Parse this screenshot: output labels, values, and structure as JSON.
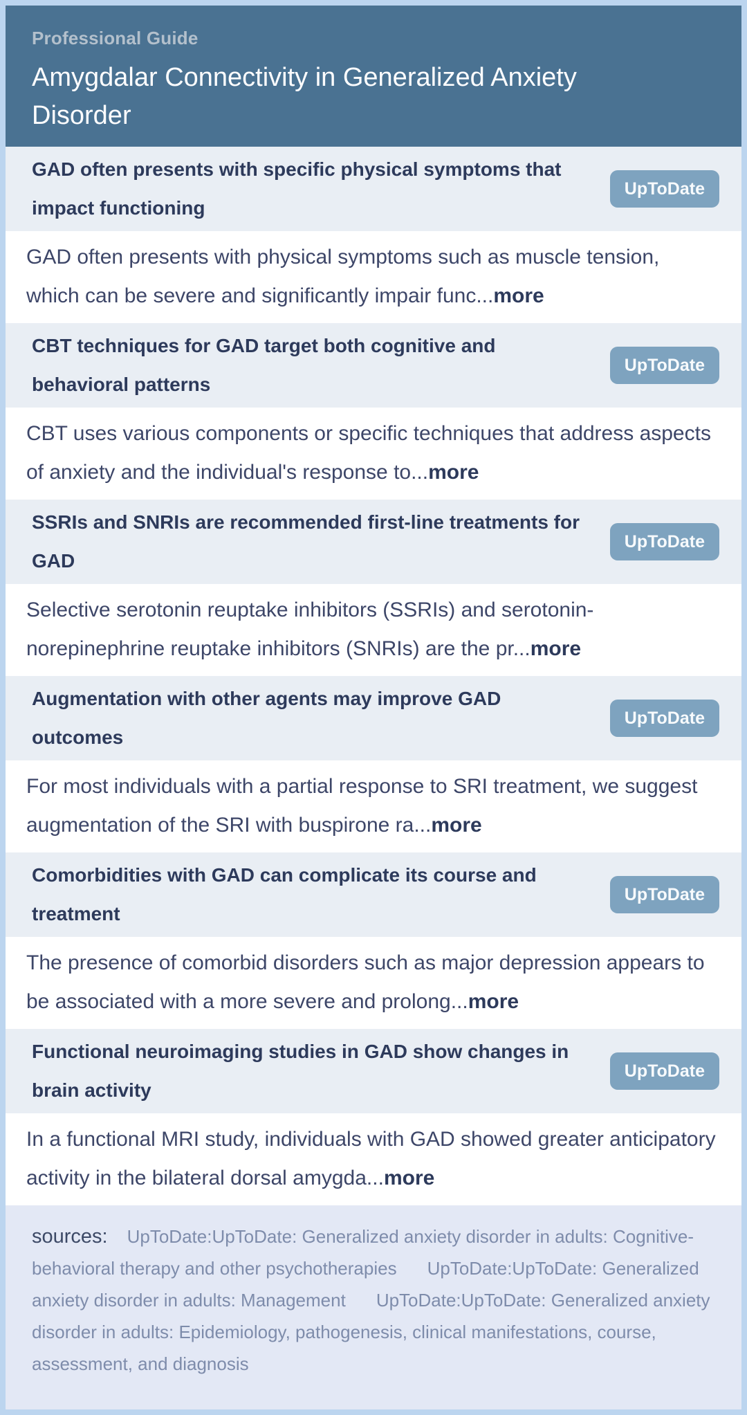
{
  "theme": {
    "page_border": "#bcd5ef",
    "header_bg": "#4a7292",
    "kicker_color": "#b3c0cc",
    "section_head_bg": "#e9eef4",
    "heading_color": "#2d3a5b",
    "body_color": "#3d4668",
    "badge_bg": "#7ea3bf",
    "sources_bg": "#e3e8f5",
    "sources_label_color": "#3c4966",
    "source_color": "#7e8cab"
  },
  "header": {
    "kicker": "Professional Guide",
    "title": "Amygdalar Connectivity in Generalized Anxiety Disorder"
  },
  "sections": [
    {
      "heading": "GAD often presents with specific physical symptoms that impact functioning",
      "badge": "UpToDate",
      "snippet": "GAD often presents with physical symptoms such as muscle tension, which can be severe and significantly impair func",
      "ellipsis": "...",
      "more_label": "more"
    },
    {
      "heading": "CBT techniques for GAD target both cognitive and behavioral patterns",
      "badge": "UpToDate",
      "snippet": "CBT uses various components or specific techniques that address aspects of anxiety and the individual's response to",
      "ellipsis": "...",
      "more_label": "more"
    },
    {
      "heading": "SSRIs and SNRIs are recommended first-line treatments for GAD",
      "badge": "UpToDate",
      "snippet": "Selective serotonin reuptake inhibitors (SSRIs) and serotonin-norepinephrine reuptake inhibitors (SNRIs) are the pr",
      "ellipsis": "...",
      "more_label": "more"
    },
    {
      "heading": "Augmentation with other agents may improve GAD outcomes",
      "badge": "UpToDate",
      "snippet": "For most individuals with a partial response to SRI treatment, we suggest augmentation of the SRI with buspirone ra",
      "ellipsis": "...",
      "more_label": "more"
    },
    {
      "heading": "Comorbidities with GAD can complicate its course and treatment",
      "badge": "UpToDate",
      "snippet": "The presence of comorbid disorders such as major depression appears to be associated with a more severe and prolong",
      "ellipsis": "...",
      "more_label": "more"
    },
    {
      "heading": "Functional neuroimaging studies in GAD show changes in brain activity",
      "badge": "UpToDate",
      "snippet": "In a functional MRI study, individuals with GAD showed greater anticipatory activity in the bilateral dorsal amygda",
      "ellipsis": "...",
      "more_label": "more"
    }
  ],
  "sources": {
    "label": "sources:",
    "items": [
      "UpToDate:UpToDate: Generalized anxiety disorder in adults: Cognitive-behavioral therapy and other psychotherapies",
      "UpToDate:UpToDate: Generalized anxiety disorder in adults: Management",
      "UpToDate:UpToDate: Generalized anxiety disorder in adults: Epidemiology, pathogenesis, clinical manifestations, course, assessment, and diagnosis"
    ]
  }
}
